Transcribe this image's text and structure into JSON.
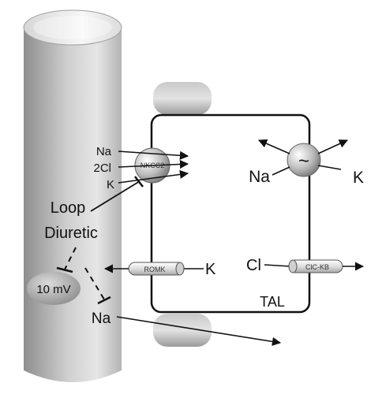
{
  "labels": {
    "na_top": "Na",
    "two_cl": "2Cl",
    "k_left": "K",
    "nkcc2": "NKCC2",
    "na_right": "Na",
    "k_right": "K",
    "pump_symbol": "~",
    "loop": "Loop",
    "diuretic": "Diuretic",
    "romk": "ROMK",
    "k_romk": "K",
    "cl": "Cl",
    "clckb": "ClC-KB",
    "tal": "TAL",
    "voltage": "10 mV",
    "na_bottom": "Na"
  },
  "colors": {
    "lumen_dark": "#8f8f8f",
    "lumen_light": "#f2f2f2",
    "arrow": "#111111",
    "cell_border": "#111111"
  }
}
